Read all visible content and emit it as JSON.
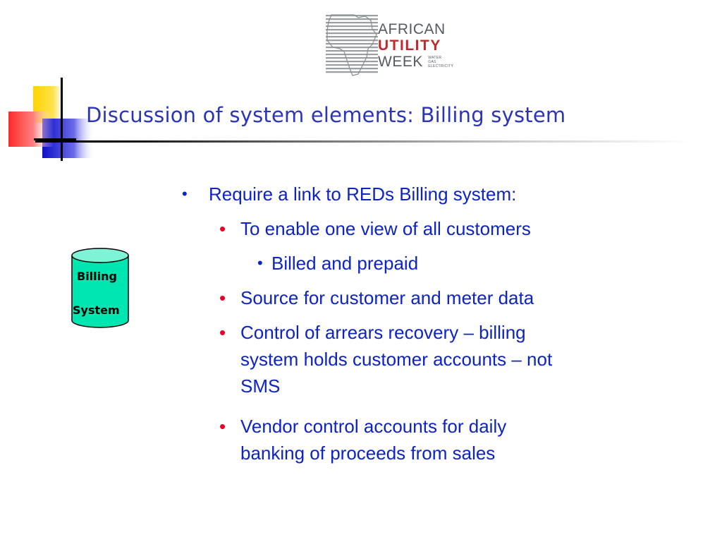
{
  "logo": {
    "line1": "AFRICAN",
    "line2": "UTILITY",
    "line3": "WEEK",
    "small": [
      "WATER",
      "GAS",
      "ELECTRICITY"
    ]
  },
  "title": "Discussion of system elements: Billing system",
  "cylinder": {
    "label1": "Billing",
    "label2": "System",
    "fill": "#00e6b0"
  },
  "bullets": [
    {
      "level": 0,
      "marker": "•",
      "text": "Require a link to REDs Billing system:"
    },
    {
      "level": 1,
      "marker": "•",
      "text": "To enable one view of all customers"
    },
    {
      "level": 2,
      "marker": "•",
      "text": "Billed and prepaid"
    },
    {
      "level": 1,
      "marker": "•",
      "text": "Source for customer and meter data"
    },
    {
      "level": 1,
      "marker": "•",
      "lines": [
        "Control of arrears recovery – billing",
        "system holds customer accounts – not",
        "SMS"
      ]
    },
    {
      "level": 1,
      "marker": "•",
      "lines": [
        "Vendor control accounts for daily",
        "banking of proceeds from sales"
      ]
    }
  ],
  "colors": {
    "title": "#2a35b8",
    "body_text": "#0d23c2",
    "bullet_level1": "#e8002a",
    "logo_red": "#c0282d",
    "logo_grey": "#555b61"
  }
}
